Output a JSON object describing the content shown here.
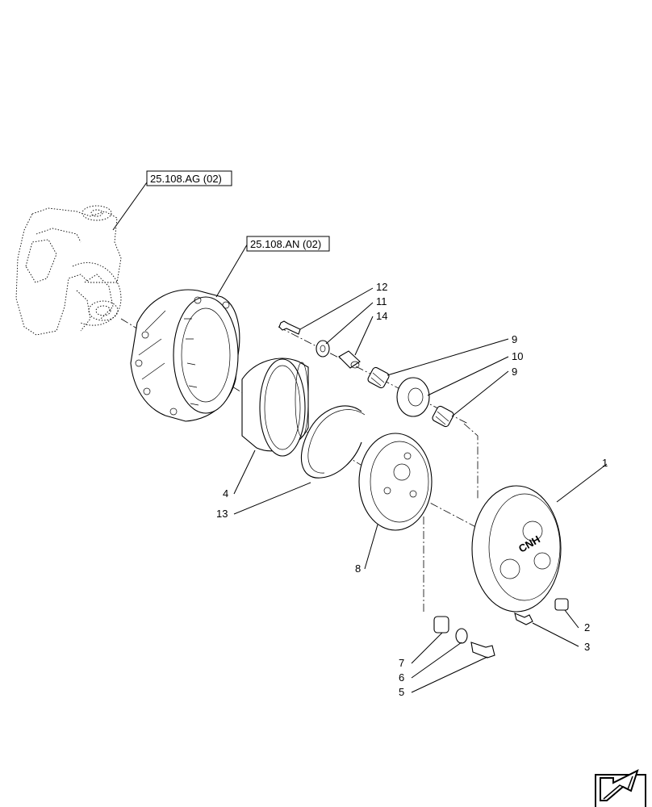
{
  "references": [
    {
      "id": "ref-ag",
      "text": "25.108.AG (02)"
    },
    {
      "id": "ref-an",
      "text": "25.108.AN (02)"
    }
  ],
  "callouts": [
    "12",
    "11",
    "14",
    "9",
    "10",
    "9",
    "1",
    "4",
    "13",
    "8",
    "2",
    "3",
    "7",
    "6",
    "5"
  ],
  "nav": {
    "icon": "next-page-arrow-icon"
  },
  "brand": "CNH"
}
